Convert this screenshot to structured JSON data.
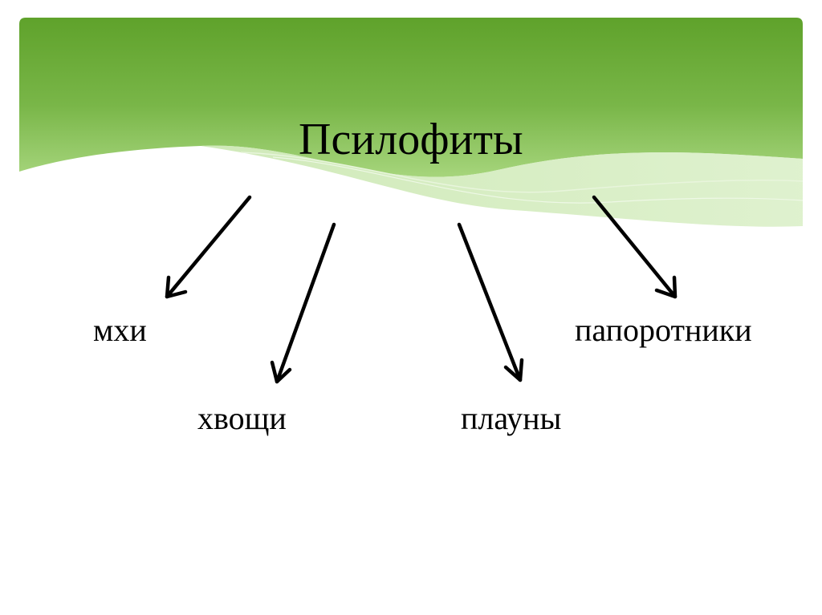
{
  "slide": {
    "title": "Псилофиты",
    "branches": [
      {
        "id": "mosses",
        "label": "мхи"
      },
      {
        "id": "horsetails",
        "label": "хвощи"
      },
      {
        "id": "clubmosses",
        "label": "плауны"
      },
      {
        "id": "ferns",
        "label": "папоротники"
      }
    ]
  },
  "colors": {
    "header_green": "#66a82f",
    "header_light": "#b9dc95",
    "arrow": "#000000",
    "text": "#000000",
    "background": "#ffffff"
  }
}
